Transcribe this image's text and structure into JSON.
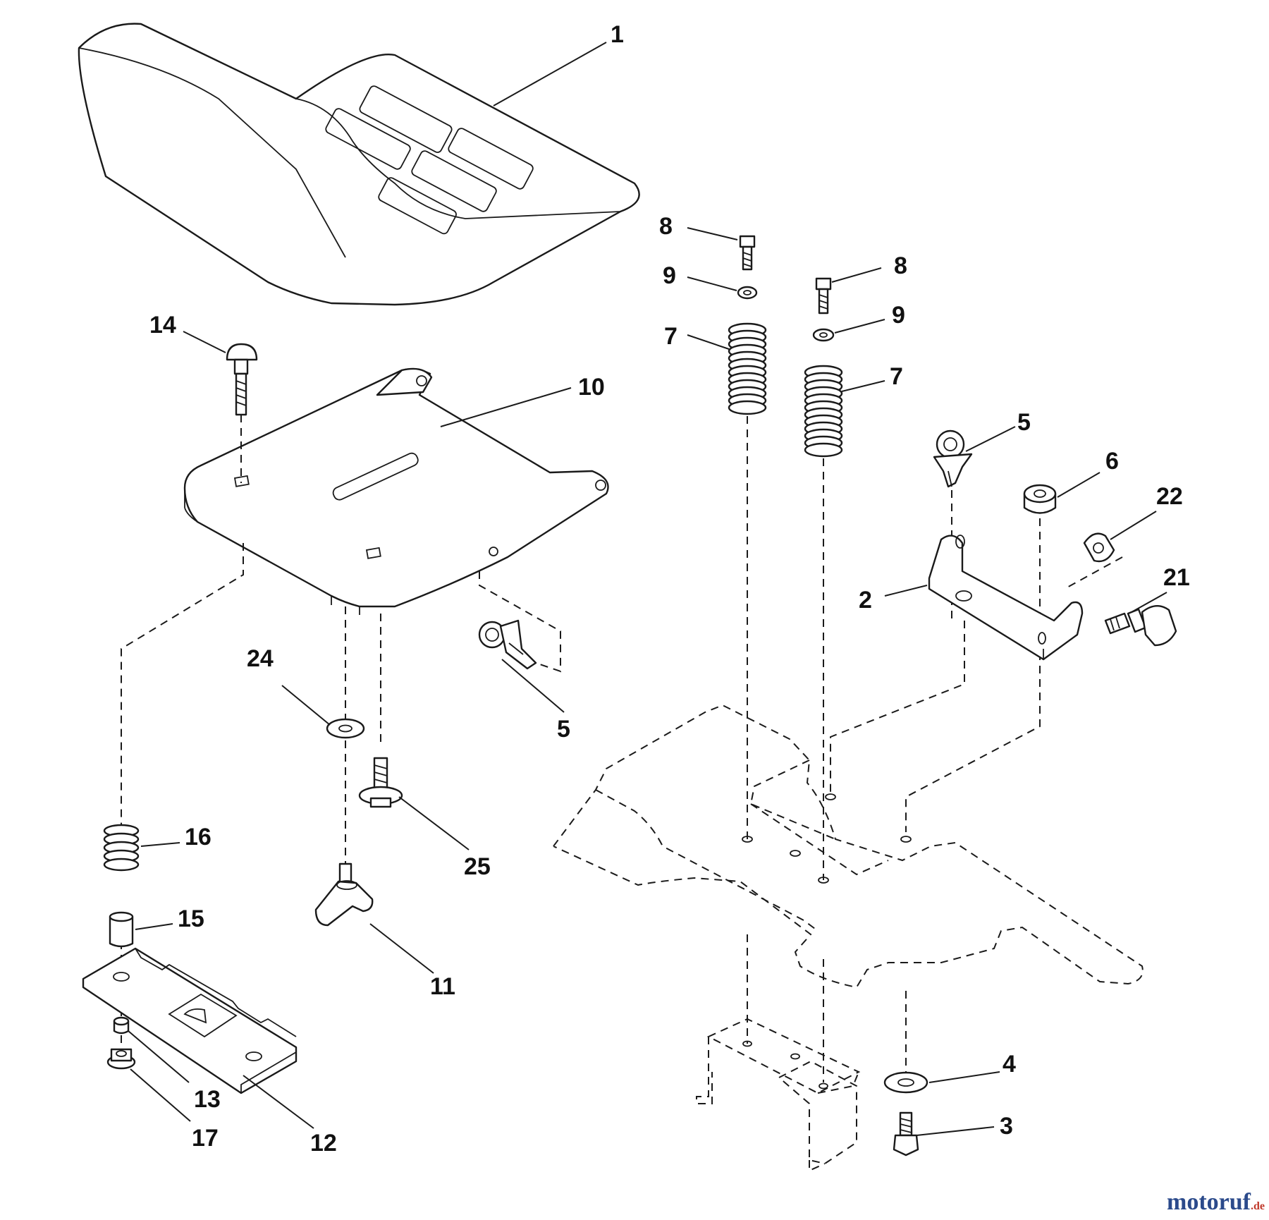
{
  "callouts": {
    "c1": "1",
    "c2": "2",
    "c3": "3",
    "c4": "4",
    "c5a": "5",
    "c5b": "5",
    "c6": "6",
    "c7a": "7",
    "c7b": "7",
    "c8a": "8",
    "c8b": "8",
    "c9a": "9",
    "c9b": "9",
    "c10": "10",
    "c11": "11",
    "c12": "12",
    "c13": "13",
    "c14": "14",
    "c15": "15",
    "c16": "16",
    "c17": "17",
    "c21": "21",
    "c22": "22",
    "c24": "24",
    "c25": "25"
  },
  "watermark": {
    "brand": "motoruf",
    "tld": ".de"
  }
}
